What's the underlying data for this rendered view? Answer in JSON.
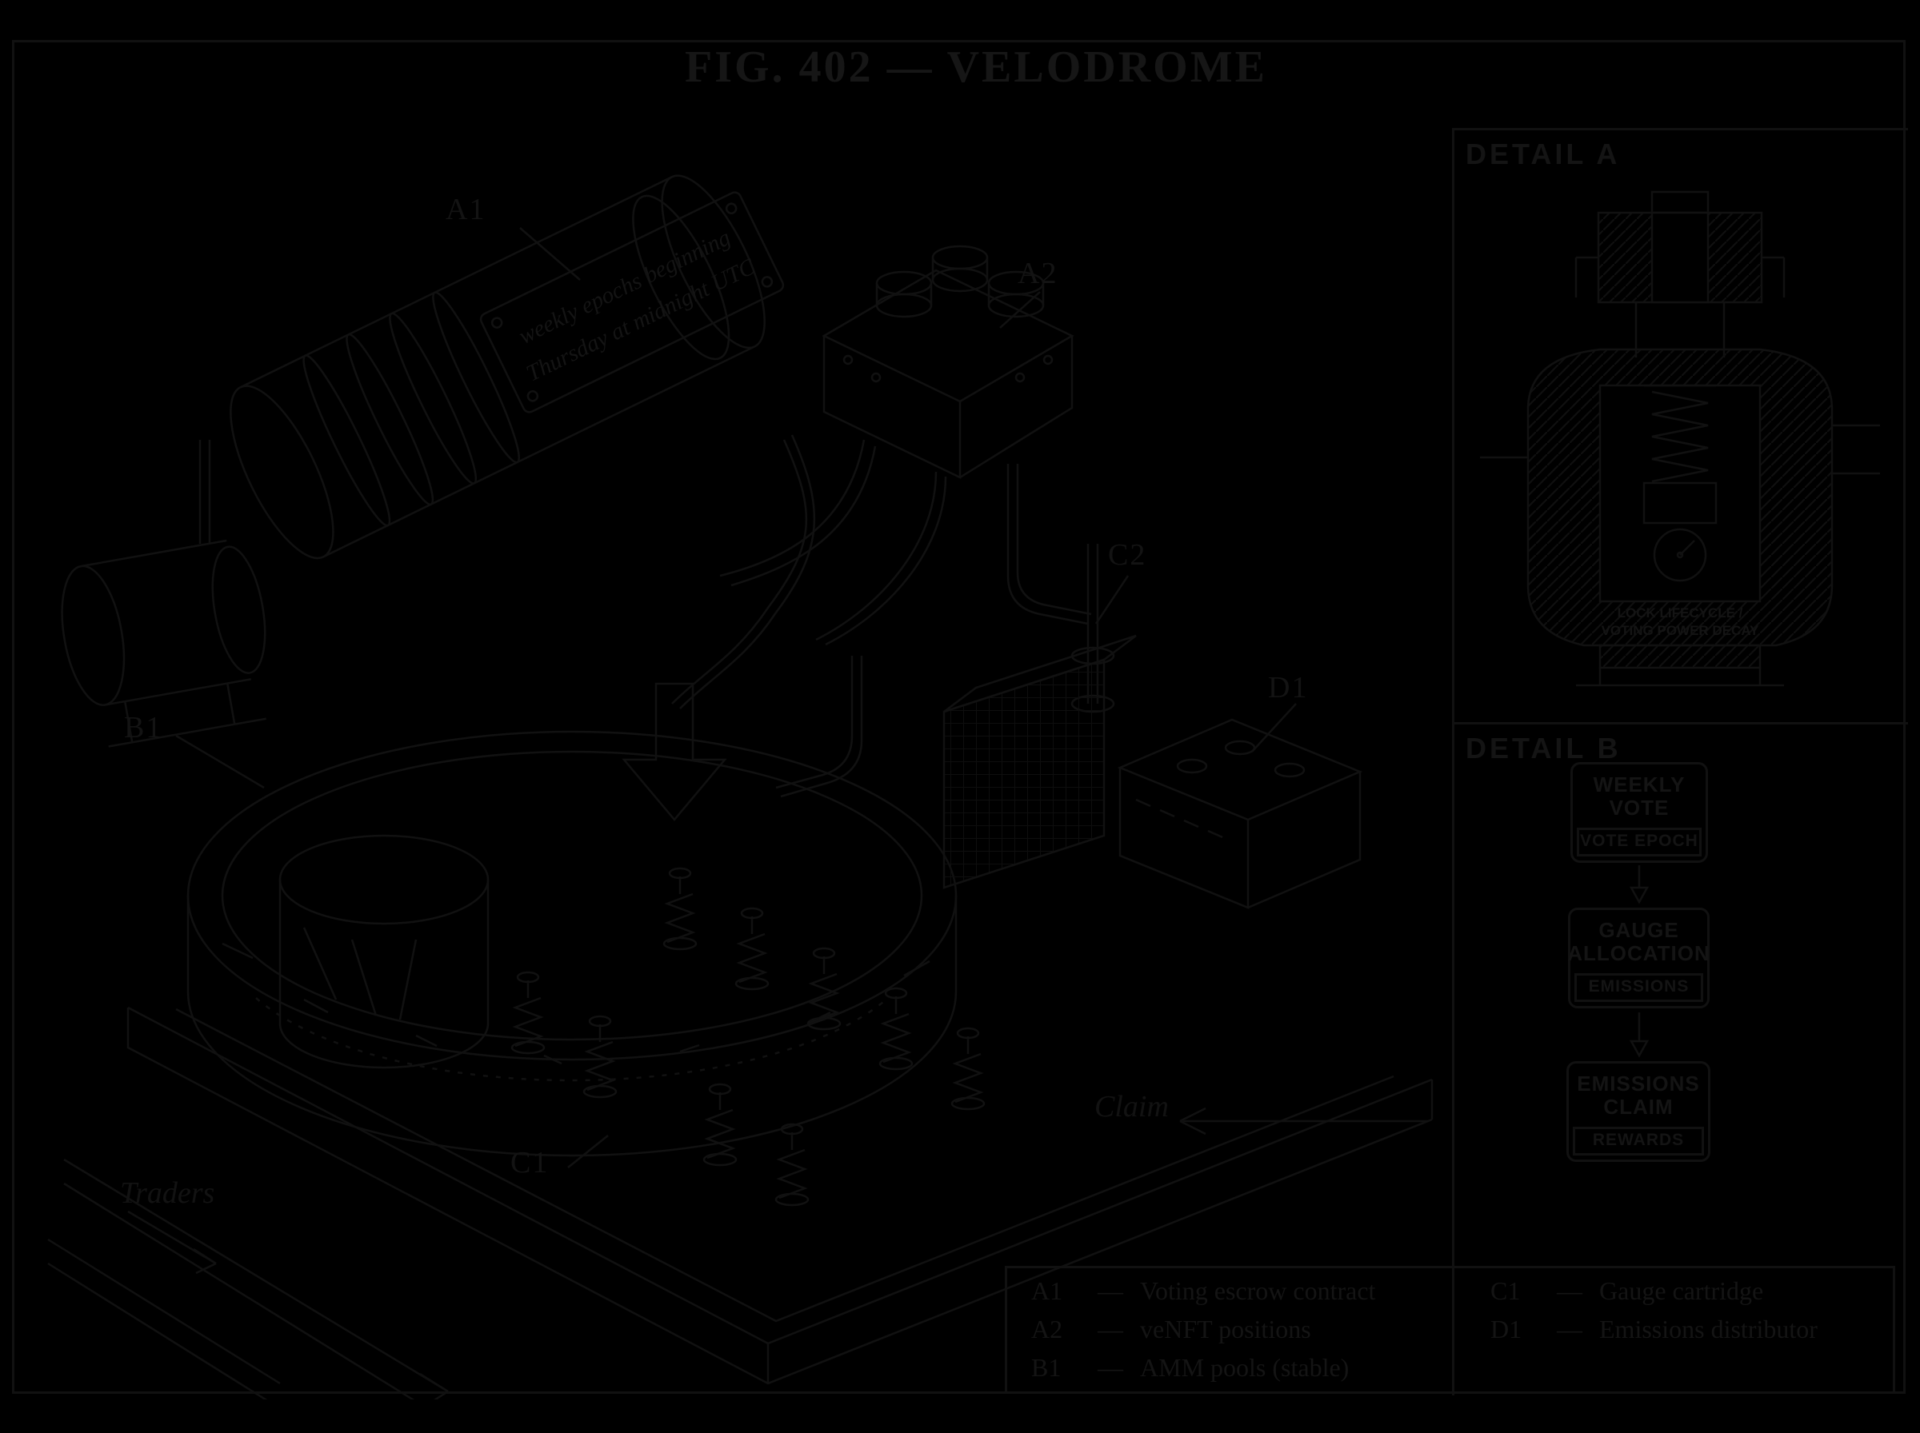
{
  "title": "FIG. 402 — VELODROME",
  "detail_a": {
    "label": "DETAIL A",
    "caption1": "LOCK LIFECYCLE /",
    "caption2": "VOTING POWER DECAY"
  },
  "detail_b": {
    "label": "DETAIL B",
    "nodes": [
      {
        "title1": "WEEKLY",
        "title2": "VOTE",
        "sub": "VOTE EPOCH"
      },
      {
        "title1": "GAUGE",
        "title2": "ALLOCATION",
        "sub": "EMISSIONS"
      },
      {
        "title1": "EMISSIONS",
        "title2": "CLAIM",
        "sub": "REWARDS"
      }
    ]
  },
  "legend": {
    "separator": "—",
    "left": [
      {
        "ref": "A1",
        "desc": "Voting escrow contract"
      },
      {
        "ref": "A2",
        "desc": "veNFT positions"
      },
      {
        "ref": "B1",
        "desc": "AMM pools (stable)"
      }
    ],
    "right": [
      {
        "ref": "C1",
        "desc": "Gauge cartridge"
      },
      {
        "ref": "D1",
        "desc": "Emissions distributor"
      }
    ]
  },
  "drawing": {
    "callouts": {
      "a1": "A1",
      "a2": "A2",
      "b1": "B1",
      "c1": "C1",
      "c2": "C2",
      "d1": "D1"
    },
    "plaque1": "weekly epochs beginning",
    "plaque2": "Thursday at midnight UTC",
    "traders": "Traders",
    "claim": "Claim"
  },
  "colors": {
    "background": "#000000",
    "ink": "#121212"
  }
}
